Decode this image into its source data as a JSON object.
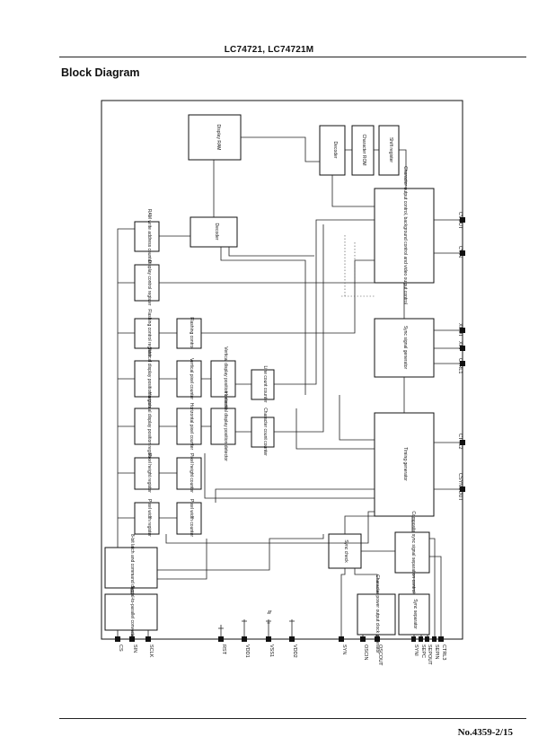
{
  "header": {
    "title": "LC74721, LC74721M"
  },
  "section": {
    "title": "Block Diagram"
  },
  "footer": {
    "page": "No.4359-2/15"
  },
  "blocks": {
    "display_ram": "Display RAM",
    "decoder_top": "Decoder",
    "char_rom": "Character ROM",
    "shift_reg": "Shift register",
    "char_out": "Character output control, background control and video output control",
    "ram_write": "RAM write address counter",
    "decoder": "Decoder",
    "disp_ctrl": "Display control register",
    "flash_reg": "Flashing control register",
    "flash_ctrl": "Flashing control",
    "v_disp_reg": "Vertical display position register",
    "v_pixel": "Vertical pixel counter",
    "v_disp_det": "Vertical display position detector",
    "line_cnt": "Line count counter",
    "h_disp_reg": "Horizontal display position register",
    "h_pixel": "Horizontal pixel counter",
    "h_disp_det": "Horizontal display position detector",
    "char_cnt": "Character count counter",
    "ph_reg": "Pixel height register",
    "ph_cnt": "Pixel height counter",
    "pw_reg": "Pixel width register",
    "pw_cnt": "Pixel width counter",
    "sync_gen": "Sync signal generator",
    "timing_gen": "Timing generator",
    "latch": "8-bit latch and command decoder",
    "serial": "Serial-to-parallel converter",
    "sync_check": "Sync check",
    "comp_sync": "Composite sync signal separation control",
    "clock_gen": "Character power output clock generator",
    "sync_sep": "Sync separator"
  },
  "pins": {
    "cs": "CS",
    "sin": "SIN",
    "sclk": "SCLK",
    "rst": "RST",
    "vdd1": "VDD1",
    "vss1": "VSS1",
    "vdd2": "VDD2",
    "syn": "SYN",
    "oscin": "OSCIN",
    "oscout": "OSCOUT",
    "syni": "SYNI",
    "sepc": "SEPC",
    "sepout": "SEPOUT",
    "sepin": "SEPIN",
    "ctrl3": "CTRL3",
    "cvout": "CVOUT",
    "cvin": "CVIN",
    "xout": "XOUT",
    "xin": "XIN",
    "ctrl1": "CTRL1",
    "ctrl2": "CTRL2",
    "csyncout": "CSYNCOUT"
  }
}
